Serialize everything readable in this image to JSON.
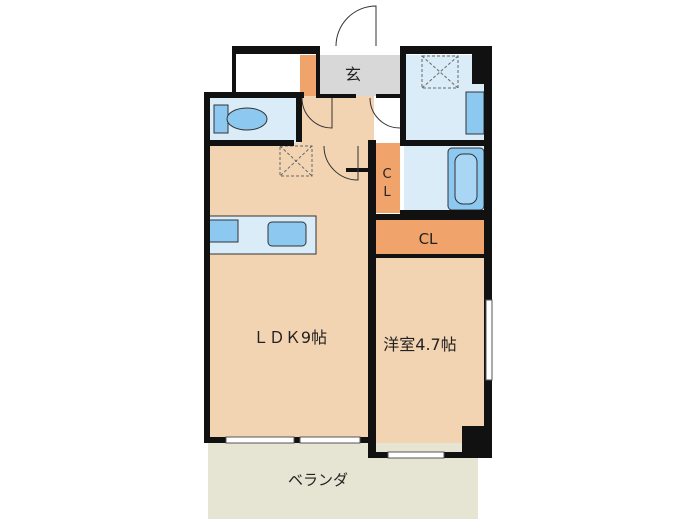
{
  "rooms": {
    "entrance": "玄",
    "closet_small": "C\nL",
    "closet": "CL",
    "ldk": "ＬＤＫ9帖",
    "western_room": "洋室4.7帖",
    "veranda": "ベランダ"
  },
  "colors": {
    "wall": "#111111",
    "floor_wood": "#f3d4b2",
    "closet_orange": "#f0a36a",
    "wet_area": "#d9ecf8",
    "fixture_blue": "#8cc8f0",
    "veranda": "#e6e4d2",
    "entrance_floor": "#d8d8d8"
  }
}
